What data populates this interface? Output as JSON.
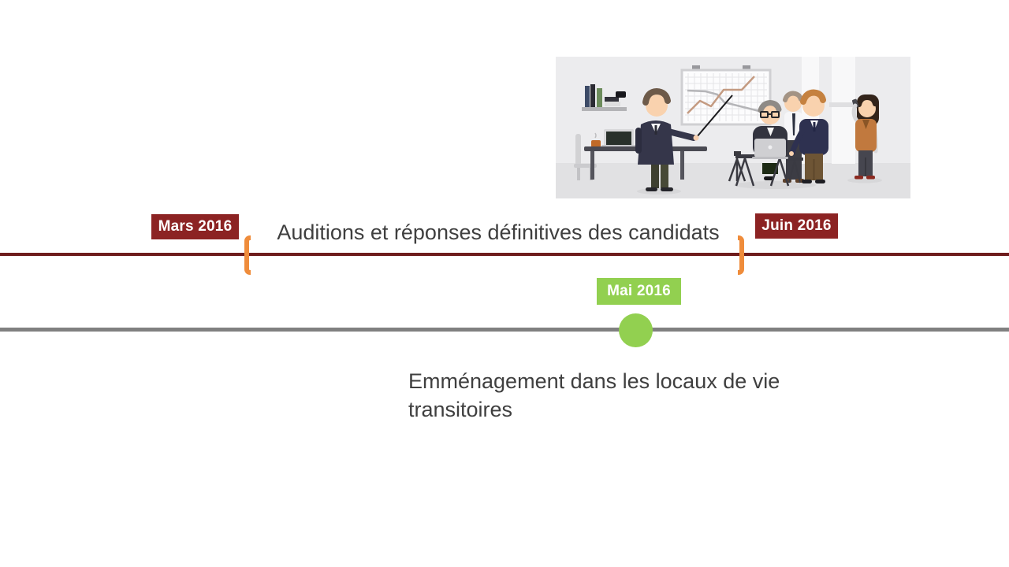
{
  "slide": {
    "background_color": "#ffffff"
  },
  "top_timeline": {
    "line_color": "#6e1c1c",
    "start_milestone": {
      "label": "Mars 2016",
      "bg_color": "#8c2323",
      "text_color": "#ffffff"
    },
    "end_milestone": {
      "label": "Juin 2016",
      "bg_color": "#8c2323",
      "text_color": "#ffffff"
    },
    "span_title": "Auditions et réponses définitives des candidats",
    "bracket_color": "#ef8c3b"
  },
  "bottom_timeline": {
    "line_color": "#808080",
    "milestone": {
      "label": "Mai 2016",
      "bg_color": "#92d050",
      "text_color": "#ffffff"
    },
    "marker_color": "#92d050",
    "description": "Emménagement dans les locaux de vie transitoires"
  },
  "illustration": {
    "name": "office-presentation-scene",
    "components": [
      "bookshelf-icon",
      "office-chair-icon",
      "desk-laptop-icon",
      "coffee-cup-icon",
      "presenter-with-pointer-icon",
      "whiteboard-line-chart-icon",
      "tripod-stand-icon",
      "team-around-laptop-icon",
      "woman-on-phone-icon",
      "window-icon"
    ]
  }
}
